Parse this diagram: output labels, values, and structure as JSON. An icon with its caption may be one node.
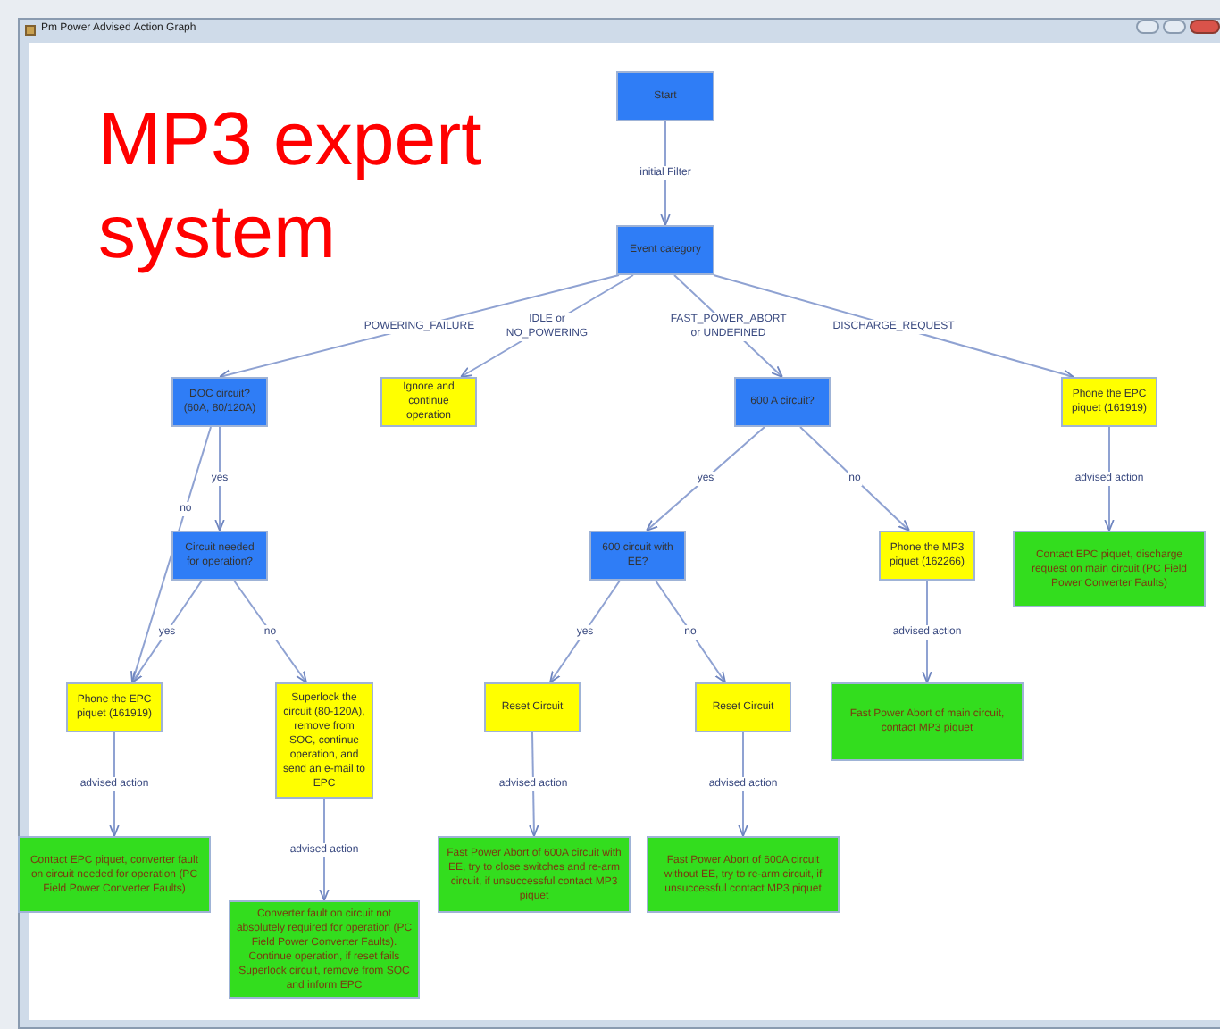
{
  "diagram": {
    "title": "MP3 expert system",
    "nodes": [
      {
        "text": [
          "Start"
        ]
      },
      {
        "text": [
          "Event category"
        ]
      },
      {
        "text": [
          "DOC circuit? (60A, 80/120A)"
        ]
      },
      {
        "text": [
          "Ignore and continue operation"
        ]
      },
      {
        "text": [
          "600 A circuit?"
        ]
      },
      {
        "text": [
          "Phone the EPC piquet (161919)"
        ]
      },
      {
        "text": [
          "Circuit needed for operation?"
        ]
      },
      {
        "text": [
          "600 circuit with EE?"
        ]
      },
      {
        "text": [
          "Phone the MP3 piquet (162266)"
        ]
      },
      {
        "text": [
          "Contact EPC piquet, discharge request on main circuit (PC Field Power Converter Faults)"
        ]
      },
      {
        "text": [
          "Phone the EPC piquet (161919)"
        ]
      },
      {
        "text": [
          "Superlock the circuit (80-120A), remove from SOC, continue operation, and send an e-mail to EPC"
        ]
      },
      {
        "text": [
          "Reset Circuit"
        ]
      },
      {
        "text": [
          "Reset Circuit"
        ]
      },
      {
        "text": [
          "Fast Power Abort of main circuit, contact MP3 piquet"
        ]
      },
      {
        "text": [
          "Contact EPC piquet, converter fault on circuit needed for operation (PC Field Power Converter Faults)"
        ]
      },
      {
        "text": [
          "Converter fault on circuit not absolutely required for operation (PC Field Power Converter Faults). Continue operation, if reset fails Superlock circuit, remove from SOC and inform EPC"
        ]
      },
      {
        "text": [
          "Fast Power Abort of 600A circuit with EE, try to close switches and re-arm circuit, if unsuccessful contact MP3 piquet"
        ]
      },
      {
        "text": [
          "Fast Power Abort of 600A circuit without EE, try to re-arm circuit, if unsuccessful contact MP3 piquet"
        ]
      }
    ],
    "edges": [
      {
        "from": 0,
        "to": 1,
        "arrow": "to",
        "label": "initial Filter"
      },
      {
        "from": 1,
        "to": 2,
        "arrow": "to",
        "label": "POWERING_FAILURE"
      },
      {
        "from": 1,
        "to": 3,
        "arrow": "to",
        "label": "IDLE or NO_POWERING"
      },
      {
        "from": 1,
        "to": 4,
        "arrow": "to",
        "label": "FAST_POWER_ABORT or UNDEFINED"
      },
      {
        "from": 1,
        "to": 5,
        "arrow": "to",
        "label": "DISCHARGE_REQUEST"
      },
      {
        "from": 2,
        "to": 6,
        "arrow": "to",
        "label": "yes"
      },
      {
        "from": 2,
        "to": 10,
        "arrow": "to",
        "label": "no"
      },
      {
        "from": 4,
        "to": 7,
        "arrow": "to",
        "label": "yes"
      },
      {
        "from": 4,
        "to": 8,
        "arrow": "to",
        "label": "no"
      },
      {
        "from": 5,
        "to": 9,
        "arrow": "to",
        "label": "advised action"
      },
      {
        "from": 6,
        "to": 10,
        "arrow": "to",
        "label": "yes"
      },
      {
        "from": 6,
        "to": 11,
        "arrow": "to",
        "label": "no"
      },
      {
        "from": 7,
        "to": 12,
        "arrow": "to",
        "label": "yes"
      },
      {
        "from": 7,
        "to": 13,
        "arrow": "to",
        "label": "no"
      },
      {
        "from": 8,
        "to": 14,
        "arrow": "to",
        "label": "advised action"
      },
      {
        "from": 10,
        "to": 15,
        "arrow": "to",
        "label": "advised action"
      },
      {
        "from": 11,
        "to": 16,
        "arrow": "to",
        "label": "advised action"
      },
      {
        "from": 12,
        "to": 17,
        "arrow": "to",
        "label": "advised action"
      },
      {
        "from": 13,
        "to": 18,
        "arrow": "to",
        "label": "advised action"
      }
    ],
    "labels": [
      "Pm Power Advised Action Graph"
    ]
  }
}
